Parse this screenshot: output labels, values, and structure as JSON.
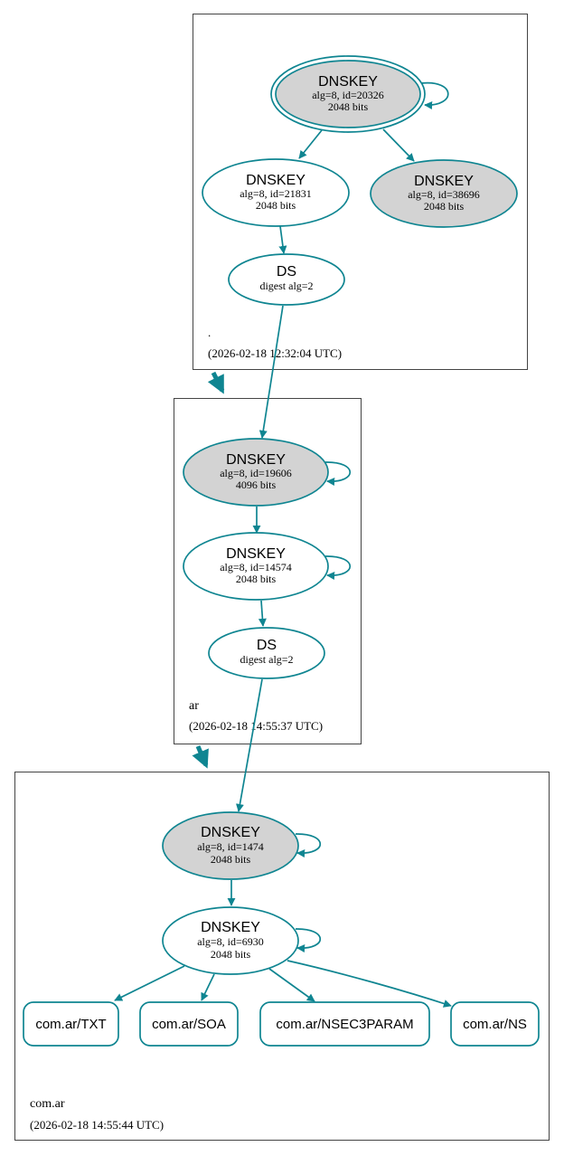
{
  "colors": {
    "edge": "#0f8591",
    "sep_fill": "#d3d3d3",
    "zone_border": "#444444",
    "text": "#000000"
  },
  "zones": {
    "root": {
      "name": ".",
      "timestamp": "(2026-02-18 12:32:04 UTC)"
    },
    "ar": {
      "name": "ar",
      "timestamp": "(2026-02-18 14:55:37 UTC)"
    },
    "comar": {
      "name": "com.ar",
      "timestamp": "(2026-02-18 14:55:44 UTC)"
    }
  },
  "nodes": {
    "root_ksk": {
      "title": "DNSKEY",
      "line1": "alg=8, id=20326",
      "line2": "2048 bits"
    },
    "root_zsk": {
      "title": "DNSKEY",
      "line1": "alg=8, id=21831",
      "line2": "2048 bits"
    },
    "root_sep2": {
      "title": "DNSKEY",
      "line1": "alg=8, id=38696",
      "line2": "2048 bits"
    },
    "root_ds": {
      "title": "DS",
      "line1": "digest alg=2"
    },
    "ar_ksk": {
      "title": "DNSKEY",
      "line1": "alg=8, id=19606",
      "line2": "4096 bits"
    },
    "ar_zsk": {
      "title": "DNSKEY",
      "line1": "alg=8, id=14574",
      "line2": "2048 bits"
    },
    "ar_ds": {
      "title": "DS",
      "line1": "digest alg=2"
    },
    "comar_ksk": {
      "title": "DNSKEY",
      "line1": "alg=8, id=1474",
      "line2": "2048 bits"
    },
    "comar_zsk": {
      "title": "DNSKEY",
      "line1": "alg=8, id=6930",
      "line2": "2048 bits"
    }
  },
  "rrsets": {
    "txt": "com.ar/TXT",
    "soa": "com.ar/SOA",
    "nsec3param": "com.ar/NSEC3PARAM",
    "ns": "com.ar/NS"
  }
}
